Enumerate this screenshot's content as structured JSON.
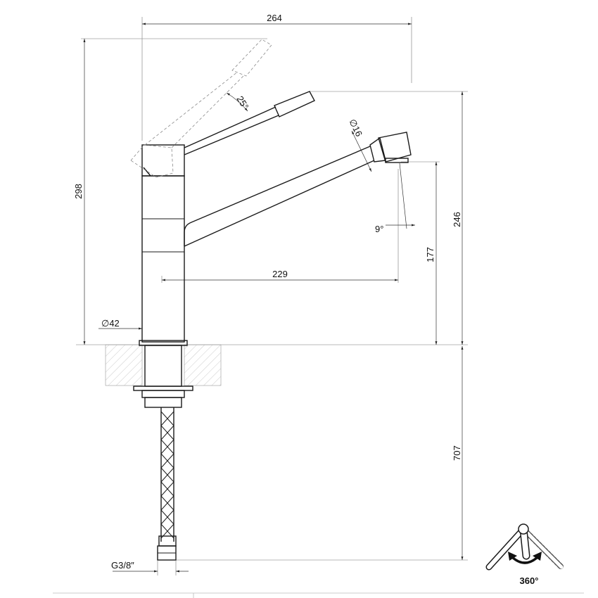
{
  "dimensions": {
    "overall_reach": "264",
    "spout_reach": "229",
    "total_height": "298",
    "spout_outlet_height": "246",
    "clearance_height": "177",
    "hose_length": "707",
    "body_diameter": "∅42",
    "spout_diameter": "∅16",
    "lever_angle": "25°",
    "aerator_angle": "9°",
    "hose_connection": "G3/8″",
    "rotation": "360°"
  },
  "icons": {
    "rotation_icon": "swivel-spout-rotation-icon"
  },
  "colors": {
    "line": "#1a1a1a",
    "hatch": "#aaaaaa",
    "background": "#ffffff"
  }
}
